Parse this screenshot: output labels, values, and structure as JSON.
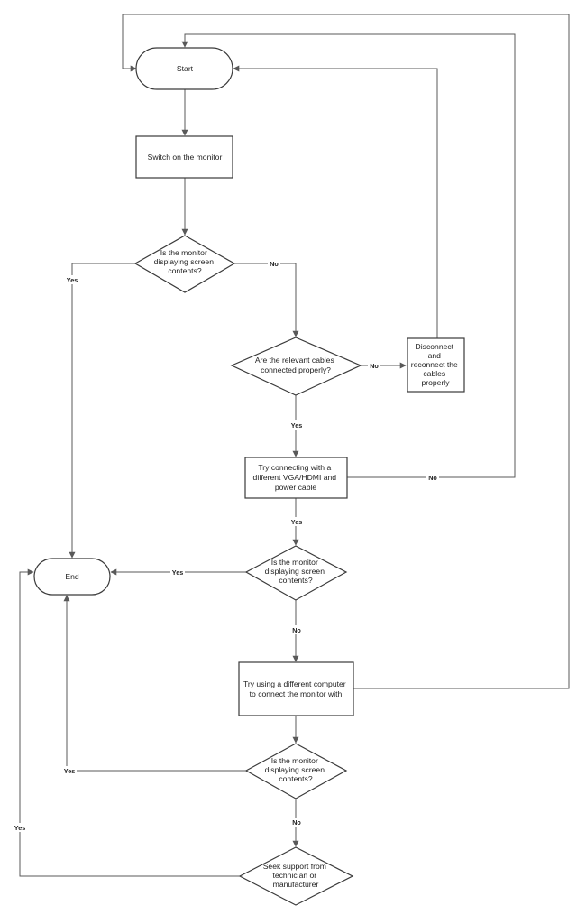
{
  "nodes": {
    "start": {
      "type": "terminator",
      "lines": [
        "Start"
      ]
    },
    "switch_on": {
      "type": "process",
      "lines": [
        "Switch on the monitor"
      ]
    },
    "decision_1": {
      "type": "decision",
      "lines": [
        "Is the monitor",
        "displaying screen",
        "contents?"
      ]
    },
    "decision_cables": {
      "type": "decision",
      "lines": [
        "Are the relevant cables",
        "connected properly?"
      ]
    },
    "reconnect": {
      "type": "process",
      "lines": [
        "Disconnect",
        "and",
        "reconnect the",
        "cables",
        "properly"
      ]
    },
    "try_cable": {
      "type": "process",
      "lines": [
        "Try connecting with a",
        "different VGA/HDMI and",
        "power cable"
      ]
    },
    "decision_2": {
      "type": "decision",
      "lines": [
        "Is the monitor",
        "displaying screen",
        "contents?"
      ]
    },
    "end": {
      "type": "terminator",
      "lines": [
        "End"
      ]
    },
    "try_computer": {
      "type": "process",
      "lines": [
        "Try using a different computer",
        "to connect the monitor with"
      ]
    },
    "decision_3": {
      "type": "decision",
      "lines": [
        "Is the monitor",
        "displaying screen",
        "contents?"
      ]
    },
    "seek_support": {
      "type": "decision",
      "lines": [
        "Seek support from",
        "technician or",
        "manufacturer"
      ]
    }
  },
  "edges": [
    {
      "id": "start-to-switch",
      "from": "start",
      "to": "switch_on",
      "label": ""
    },
    {
      "id": "switch-to-decision1",
      "from": "switch_on",
      "to": "decision_1",
      "label": ""
    },
    {
      "id": "decision1-yes-end",
      "from": "decision_1",
      "to": "end",
      "label": "Yes"
    },
    {
      "id": "decision1-no-cables",
      "from": "decision_1",
      "to": "decision_cables",
      "label": "No"
    },
    {
      "id": "cables-no-reconnect",
      "from": "decision_cables",
      "to": "reconnect",
      "label": "No"
    },
    {
      "id": "reconnect-to-start",
      "from": "reconnect",
      "to": "start",
      "label": ""
    },
    {
      "id": "cables-yes-trycable",
      "from": "decision_cables",
      "to": "try_cable",
      "label": "Yes"
    },
    {
      "id": "trycable-no-start",
      "from": "try_cable",
      "to": "start",
      "label": "No"
    },
    {
      "id": "trycable-yes-decision2",
      "from": "try_cable",
      "to": "decision_2",
      "label": "Yes"
    },
    {
      "id": "decision2-yes-end",
      "from": "decision_2",
      "to": "end",
      "label": "Yes"
    },
    {
      "id": "decision2-no-trycomputer",
      "from": "decision_2",
      "to": "try_computer",
      "label": "No"
    },
    {
      "id": "trycomputer-to-start",
      "from": "try_computer",
      "to": "start",
      "label": ""
    },
    {
      "id": "trycomputer-to-decision3",
      "from": "try_computer",
      "to": "decision_3",
      "label": ""
    },
    {
      "id": "decision3-yes-end",
      "from": "decision_3",
      "to": "end",
      "label": "Yes"
    },
    {
      "id": "decision3-no-support",
      "from": "decision_3",
      "to": "seek_support",
      "label": "No"
    },
    {
      "id": "support-yes-end",
      "from": "seek_support",
      "to": "end",
      "label": "Yes"
    }
  ]
}
